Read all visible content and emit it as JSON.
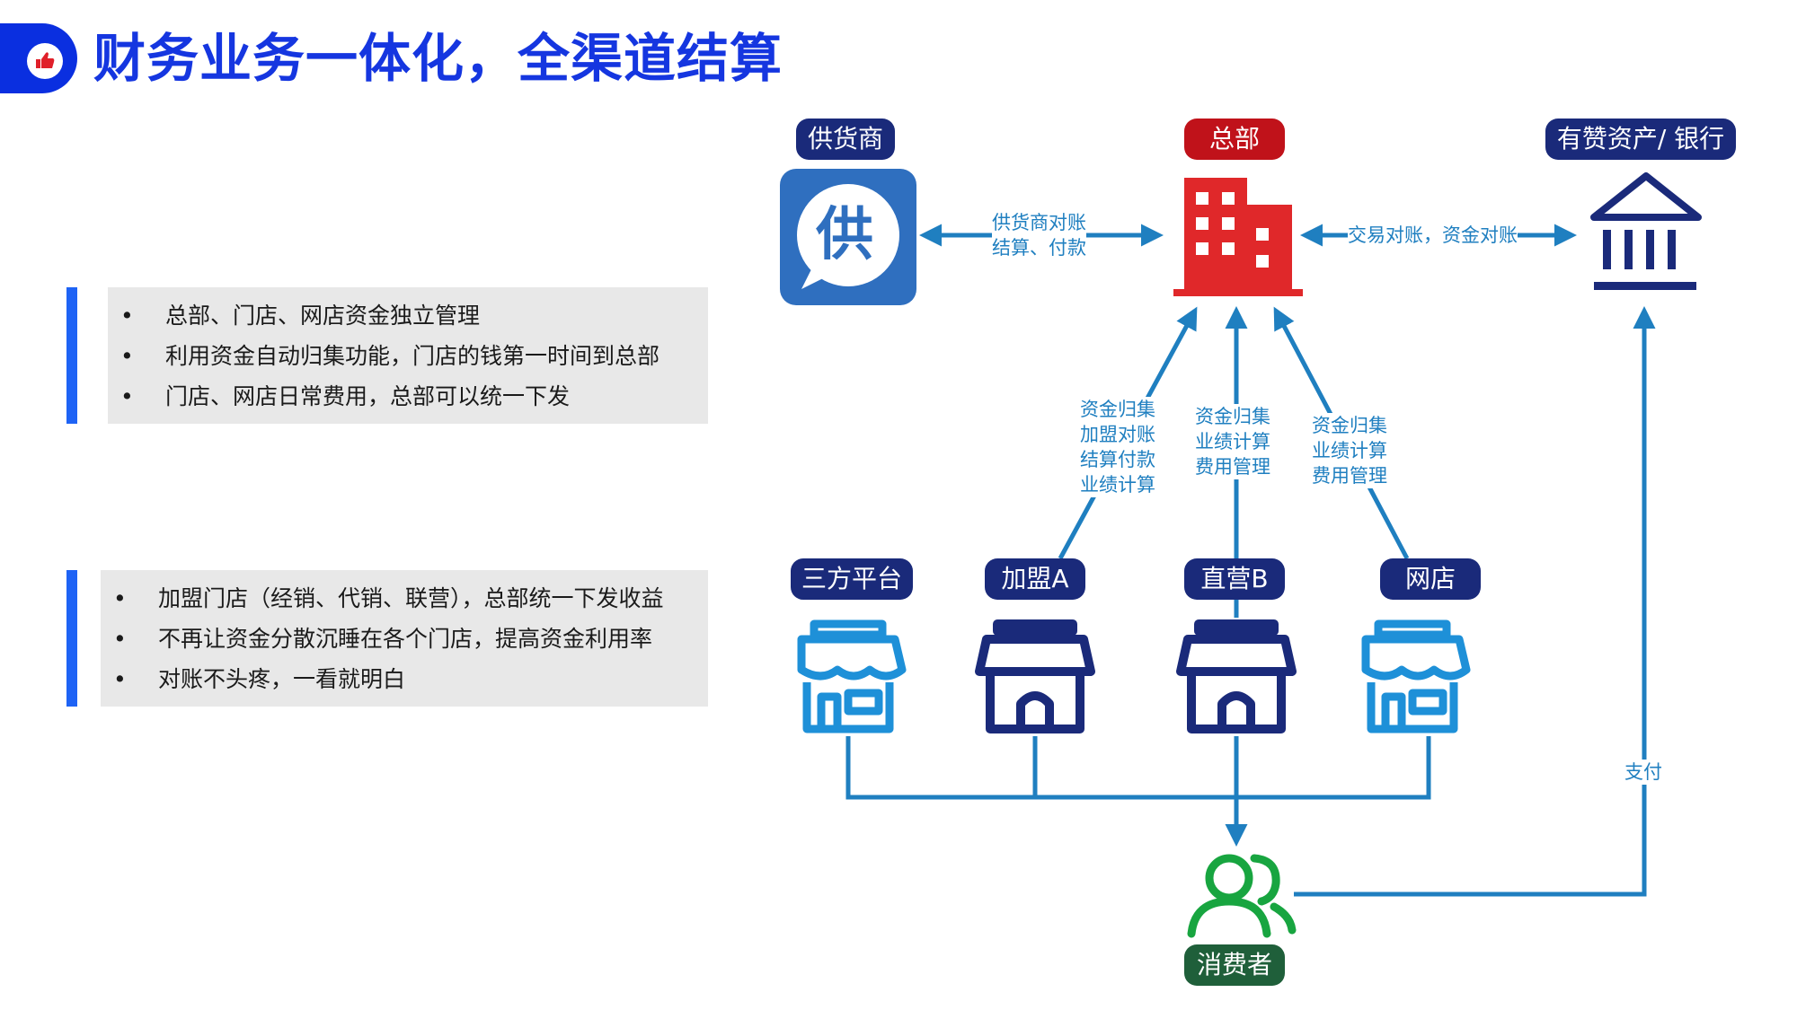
{
  "title": "财务业务一体化，全渠道结算",
  "panel1": {
    "items": [
      "总部、门店、网店资金独立管理",
      "利用资金自动归集功能，门店的钱第一时间到总部",
      "门店、网店日常费用，总部可以统一下发"
    ]
  },
  "panel2": {
    "items": [
      "加盟门店（经销、代销、联营），总部统一下发收益",
      "不再让资金分散沉睡在各个门店，提高资金利用率",
      "对账不头疼，一看就明白"
    ]
  },
  "bullet_symbol": "•",
  "nodes": {
    "supplier": {
      "label": "供货商",
      "icon_text": "供",
      "icon": "supplier-chat-icon"
    },
    "hq": {
      "label": "总部",
      "icon": "building-icon"
    },
    "bank": {
      "label": "有赞资产/ 银行",
      "icon": "bank-icon"
    },
    "third_party": {
      "label": "三方平台",
      "icon": "store-icon"
    },
    "franchise": {
      "label": "加盟A",
      "icon": "store-icon"
    },
    "direct": {
      "label": "直营B",
      "icon": "store-icon"
    },
    "online": {
      "label": "网店",
      "icon": "store-icon"
    },
    "consumer": {
      "label": "消费者",
      "icon": "users-icon"
    }
  },
  "edge_labels": {
    "supplier_hq": [
      "供货商对账",
      "结算、付款"
    ],
    "hq_bank": "交易对账，资金对账",
    "franchise_hq": [
      "资金归集",
      "加盟对账",
      "结算付款",
      "业绩计算"
    ],
    "direct_hq": [
      "资金归集",
      "业绩计算",
      "费用管理"
    ],
    "online_hq": [
      "资金归集",
      "业绩计算",
      "费用管理"
    ],
    "consumer_bank": "支付"
  },
  "colors": {
    "brand_blue": "#1536e0",
    "accent_bar": "#1e63f5",
    "navy": "#1a2a7a",
    "red": "#c0121a",
    "green_pill": "#1f5f3a",
    "flow_blue": "#1f7fc0",
    "light_store": "#1e90d8",
    "dark_store": "#1a2a7a",
    "consumer_green": "#18a540",
    "supplier_bg": "#2f6fbf"
  }
}
